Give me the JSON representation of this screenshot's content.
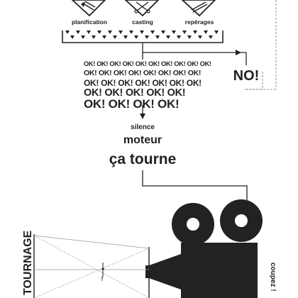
{
  "stages": [
    {
      "label": "planification",
      "icon": "pencil-funnel-icon"
    },
    {
      "label": "casting",
      "icon": "scissors-funnel-icon"
    },
    {
      "label": "repérages",
      "icon": "pencil-funnel-icon"
    }
  ],
  "ok_lines": [
    "OK! OK! OK! OK! OK! OK! OK! OK! OK! OK!",
    "OK! OK! OK! OK! OK! OK! OK! OK!",
    "OK! OK! OK! OK! OK! OK! OK!",
    "OK! OK! OK! OK! OK!",
    "OK! OK! OK! OK!"
  ],
  "no_label": "NO!",
  "commands": {
    "silence": "silence",
    "moteur": "moteur",
    "ca_tourne": "ça tourne"
  },
  "tournage_label": "TOURNAGE",
  "focal_label": "f",
  "coupez_label": "coupez !",
  "colors": {
    "ink": "#222222",
    "dashed": "#aaaaaa",
    "thin": "#999999"
  }
}
